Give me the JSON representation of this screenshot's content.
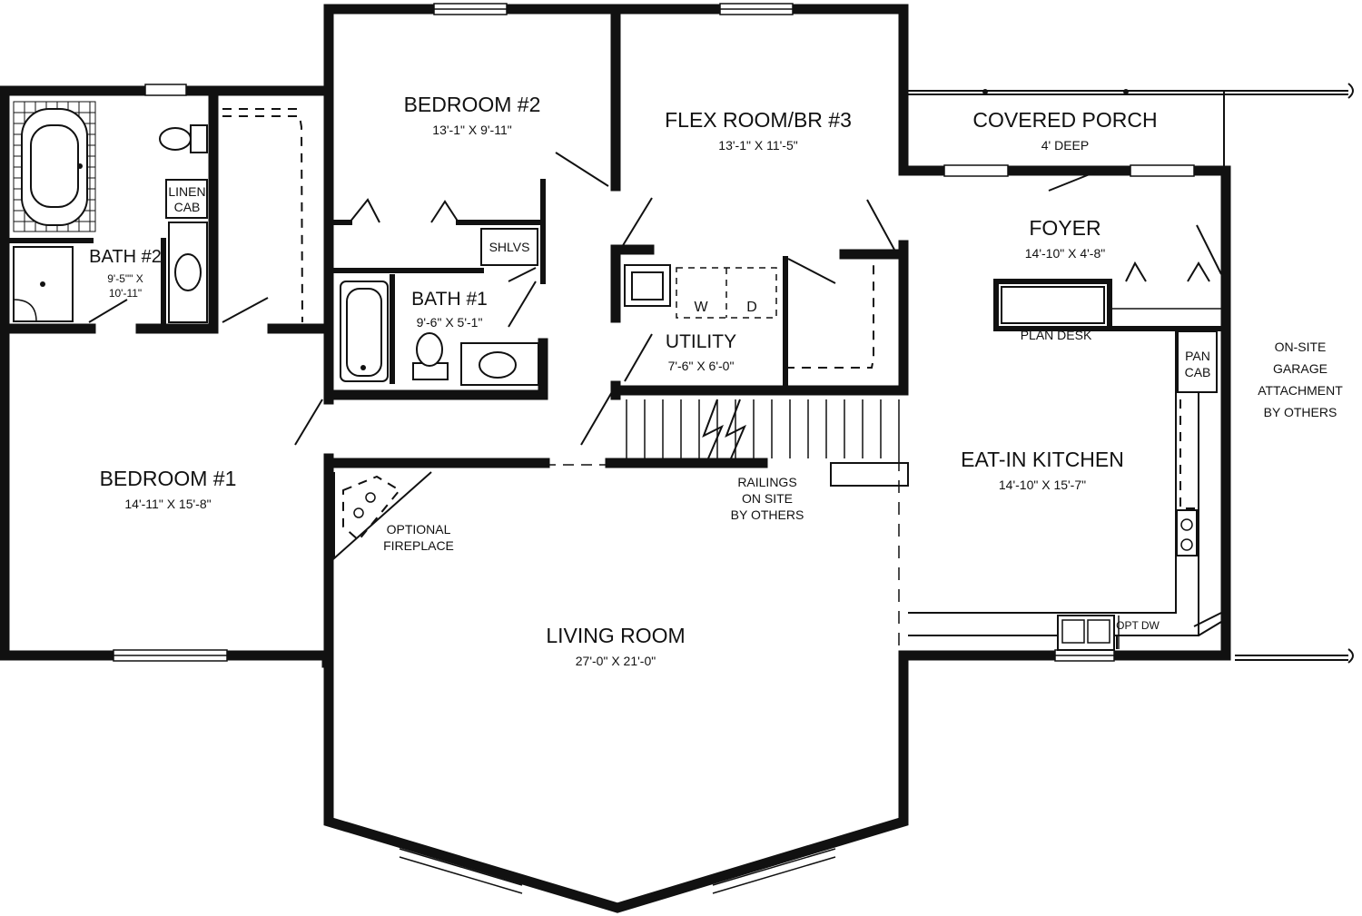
{
  "rooms": {
    "bedroom2": {
      "name": "BEDROOM #2",
      "dims": "13'-1\" X 9'-11\""
    },
    "flex": {
      "name": "FLEX ROOM/BR #3",
      "dims": "13'-1\" X 11'-5\""
    },
    "porch": {
      "name": "COVERED PORCH",
      "dims": "4' DEEP"
    },
    "foyer": {
      "name": "FOYER",
      "dims": "14'-10\" X 4'-8\""
    },
    "bath2": {
      "name": "BATH #2",
      "dims1": "9'-5\"\" X",
      "dims2": "10'-11\""
    },
    "bath1": {
      "name": "BATH #1",
      "dims": "9'-6\" X 5'-1\""
    },
    "utility": {
      "name": "UTILITY",
      "dims": "7'-6\" X 6'-0\""
    },
    "bedroom1": {
      "name": "BEDROOM #1",
      "dims": "14'-11\" X 15'-8\""
    },
    "kitchen": {
      "name": "EAT-IN KITCHEN",
      "dims": "14'-10\" X 15'-7\""
    },
    "living": {
      "name": "LIVING ROOM",
      "dims": "27'-0\" X 21'-0\""
    }
  },
  "labels": {
    "linen1": "LINEN",
    "linen2": "CAB",
    "shelves": "SHLVS",
    "washer": "W",
    "dryer": "D",
    "plan_desk": "PLAN DESK",
    "pan1": "PAN",
    "pan2": "CAB",
    "fireplace1": "OPTIONAL",
    "fireplace2": "FIREPLACE",
    "railings1": "RAILINGS",
    "railings2": "ON SITE",
    "railings3": "BY OTHERS",
    "garage1": "ON-SITE",
    "garage2": "GARAGE",
    "garage3": "ATTACHMENT",
    "garage4": "BY OTHERS",
    "opt_dw": "OPT DW"
  }
}
